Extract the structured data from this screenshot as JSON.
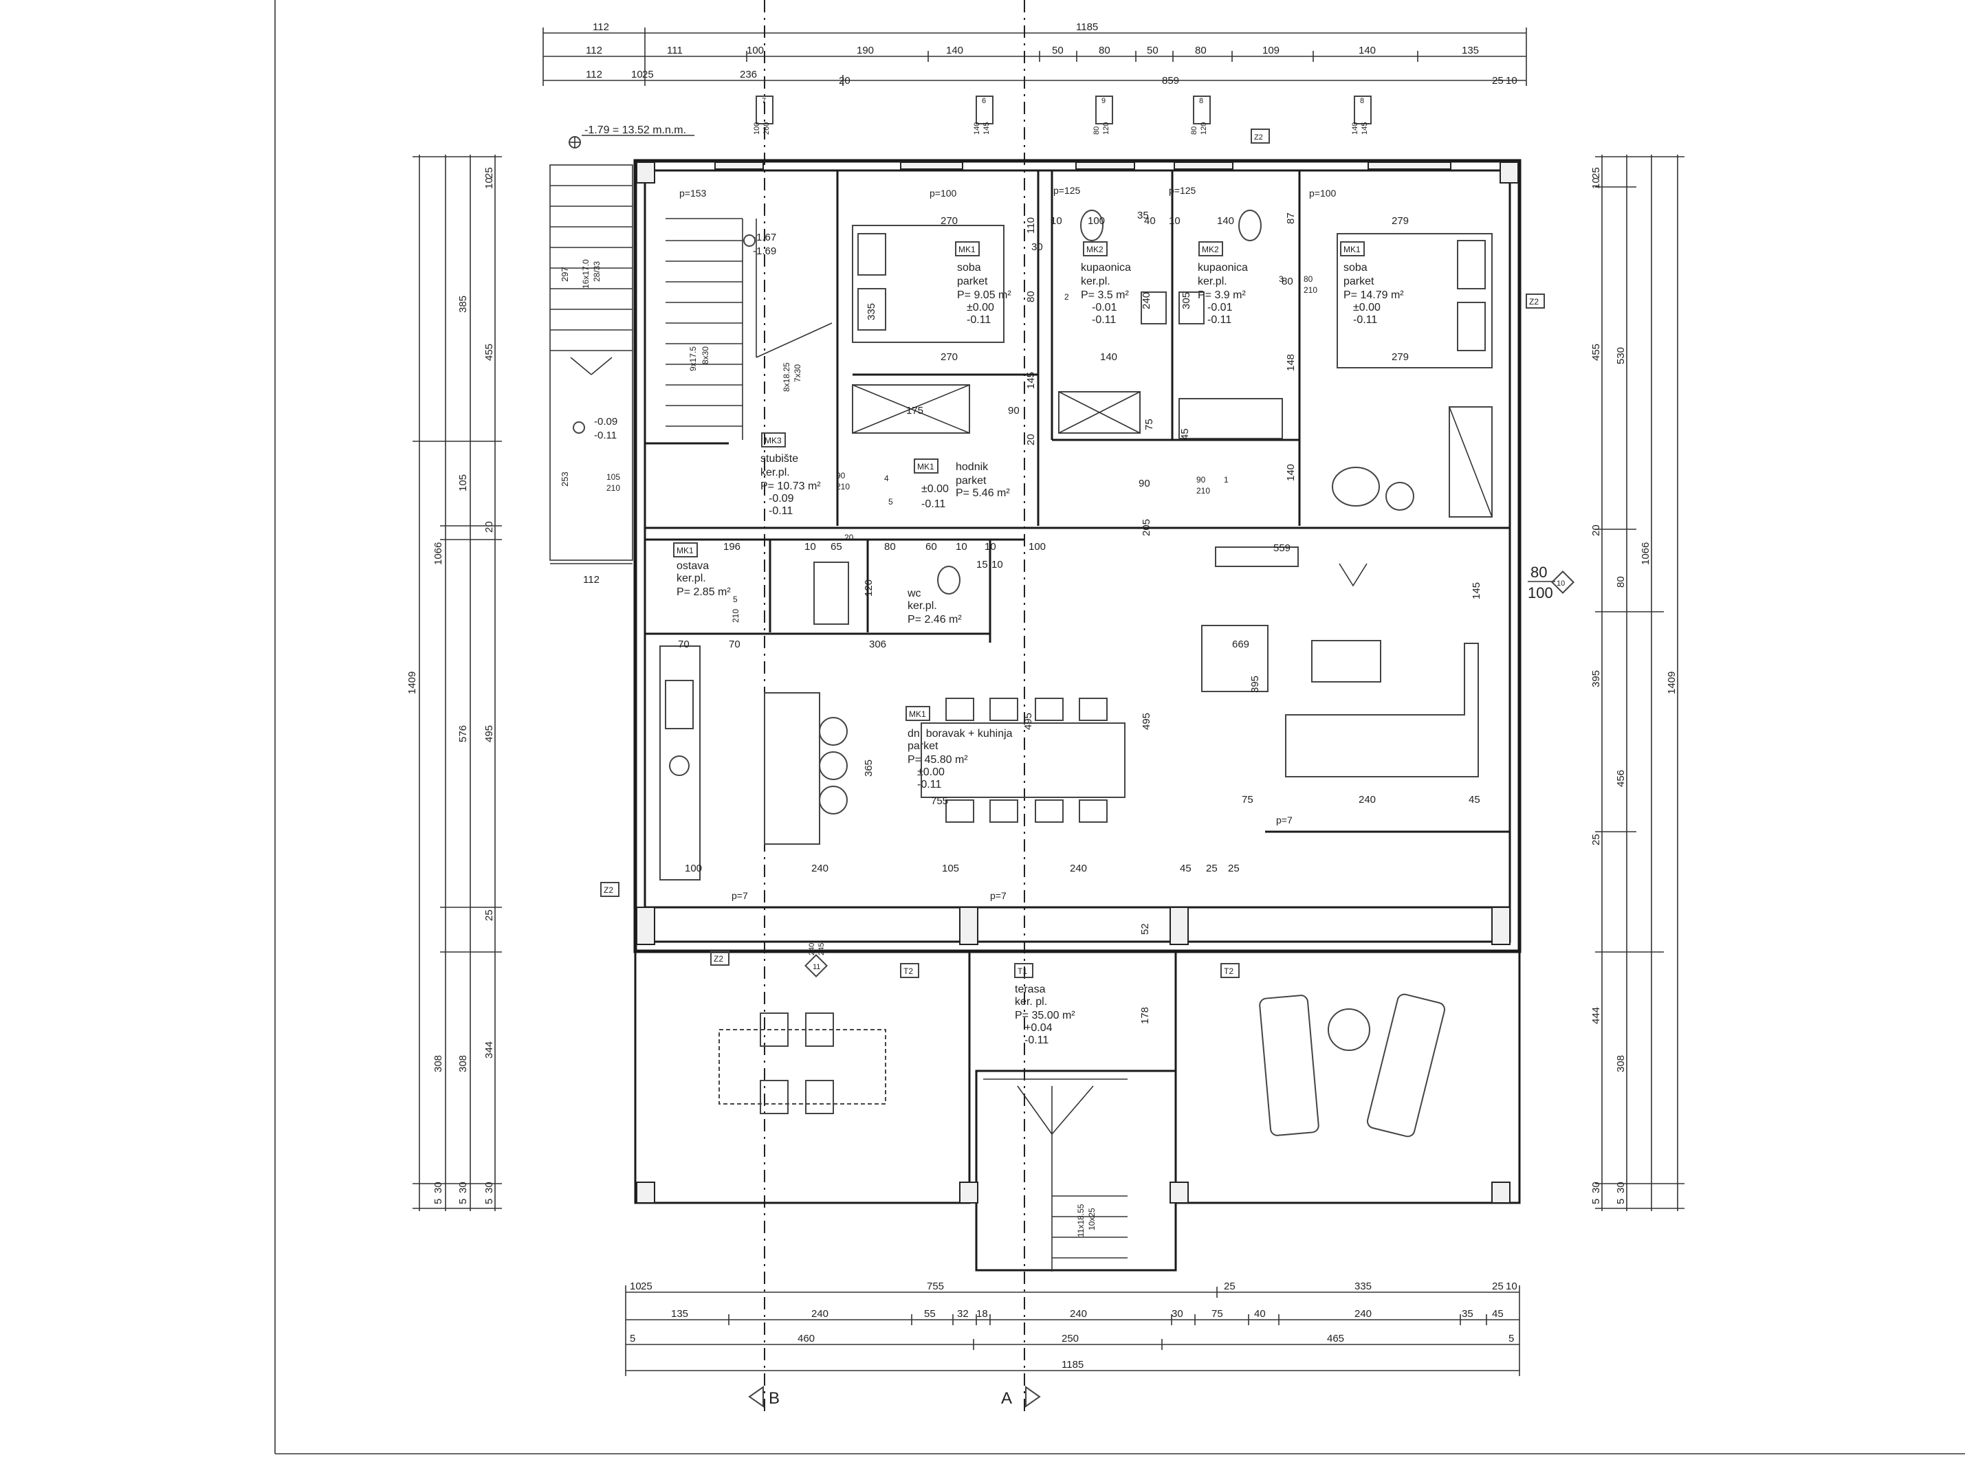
{
  "dimensions": {
    "top_rows": [
      [
        "112",
        "1185"
      ],
      [
        "112",
        "111",
        "100",
        "190",
        "140",
        "50",
        "80",
        "50",
        "80",
        "109",
        "140",
        "135"
      ],
      [
        "112",
        "10",
        "25",
        "236",
        "20",
        "859",
        "25",
        "10"
      ]
    ],
    "bottom_rows": [
      [
        "10",
        "25",
        "755",
        "25",
        "335",
        "25",
        "10"
      ],
      [
        "135",
        "240",
        "55",
        "32",
        "18",
        "240",
        "30",
        "75",
        "40",
        "240",
        "35",
        "45"
      ],
      [
        "5",
        "460",
        "250",
        "465",
        "5"
      ],
      [
        "1185"
      ]
    ],
    "left_cols": [
      [
        "1409"
      ],
      [
        "1066",
        "308",
        "5",
        "30"
      ],
      [
        "385",
        "455",
        "105",
        "20",
        "576",
        "25",
        "308",
        "5",
        "30"
      ],
      [
        "25",
        "10",
        "495",
        "344",
        "5",
        "30"
      ]
    ],
    "right_cols": [
      [
        "25",
        "10",
        "455",
        "20",
        "395",
        "25",
        "444",
        "5",
        "30"
      ],
      [
        "530",
        "80",
        "456",
        "308",
        "5",
        "30"
      ],
      [
        "1066",
        "1409"
      ]
    ],
    "left_terrace_width": "112",
    "window_80_100": [
      "80",
      "100"
    ]
  },
  "level_marker": "-1.79 = 13.52 m.n.m.",
  "section_markers": [
    "B",
    "A"
  ],
  "labels": {
    "mk1": "MK1",
    "mk2": "MK2",
    "mk3": "MK3",
    "z2": "Z2",
    "t1": "T1",
    "t2": "T2"
  },
  "window_tags": [
    {
      "num": "7",
      "w": "100",
      "h": "260"
    },
    {
      "num": "6",
      "w": "140",
      "h": "145"
    },
    {
      "num": "9",
      "w": "80",
      "h": "120"
    },
    {
      "num": "8",
      "w": "80",
      "h": "120"
    },
    {
      "num": "8",
      "w": "140",
      "h": "145"
    },
    {
      "num": "10",
      "w": "80",
      "h": "100"
    },
    {
      "num": "11",
      "w": "240",
      "h": "245"
    }
  ],
  "rooms": {
    "soba_left": {
      "name": "soba",
      "floor": "parket",
      "area": "P= 9.05 m²",
      "lvl1": "±0.00",
      "lvl2": "-0.11"
    },
    "kupaonica_left": {
      "name": "kupaonica",
      "floor": "ker.pl.",
      "area": "P= 3.5 m²",
      "lvl1": "-0.01",
      "lvl2": "-0.11"
    },
    "kupaonica_right": {
      "name": "kupaonica",
      "floor": "ker.pl.",
      "area": "P= 3.9 m²",
      "lvl1": "-0.01",
      "lvl2": "-0.11"
    },
    "soba_right": {
      "name": "soba",
      "floor": "parket",
      "area": "P= 14.79 m²",
      "lvl1": "±0.00",
      "lvl2": "-0.11"
    },
    "stubiste": {
      "name": "stubište",
      "floor": "ker.pl.",
      "area": "P= 10.73 m²",
      "lvl1": "-0.09",
      "lvl2": "-0.11"
    },
    "hodnik": {
      "name": "hodnik",
      "floor": "parket",
      "area": "P= 5.46 m²",
      "lvl1": "±0.00",
      "lvl2": "-0.11"
    },
    "ostava": {
      "name": "ostava",
      "floor": "ker.pl.",
      "area": "P= 2.85 m²"
    },
    "wc": {
      "name": "wc",
      "floor": "ker.pl.",
      "area": "P= 2.46 m²"
    },
    "boravak": {
      "name": "dn. boravak + kuhinja",
      "floor": "parket",
      "area": "P= 45.80 m²",
      "lvl1": "±0.00",
      "lvl2": "-0.11"
    },
    "terasa": {
      "name": "terasa",
      "floor": "ker. pl.",
      "area": "P= 35.00 m²",
      "lvl1": "+0.04",
      "lvl2": "-0.11"
    }
  },
  "levels": {
    "stair_top_1": "-1.67",
    "stair_top_2": "-1.69",
    "outside_1": "-0.09",
    "outside_2": "-0.11"
  },
  "stair_notes": {
    "outer": "16x17.0",
    "outer2": "28/33",
    "inner_a": "9x17.5",
    "inner_b": "8x30",
    "inner_c": "8x18.25",
    "inner_d": "7x30",
    "terrace": "11x18.55",
    "terrace2": "10x25",
    "outer_297": "297",
    "left_253": "253"
  },
  "parapets": {
    "p153": "p=153",
    "p100a": "p=100",
    "p125a": "p=125",
    "p125b": "p=125",
    "p100b": "p=100",
    "p7a": "p=7",
    "p7b": "p=7",
    "p7c": "p=7"
  },
  "inner_dims": {
    "d270a": "270",
    "d335": "335",
    "d270b": "270",
    "d175": "175",
    "d90a": "90",
    "d145": "145",
    "d110a": "110",
    "d80a": "80",
    "d10a": "10",
    "d100a": "100",
    "d40a": "40",
    "d240a": "240",
    "d140a": "140",
    "d10b": "10",
    "d140b": "140",
    "d87": "87",
    "d305": "305",
    "d80b": "80",
    "d279a": "279",
    "d279b": "279",
    "d148": "148",
    "d75": "75",
    "d45a": "45",
    "d90b": "90",
    "d140c": "140",
    "d20a": "20",
    "d205": "205",
    "d196": "196",
    "d10c": "10",
    "d65": "65",
    "d80c": "80",
    "d60": "60",
    "d10d": "10",
    "d10e": "10",
    "d100b": "100",
    "d559": "559",
    "d120": "120",
    "d15": "15",
    "d10f": "10",
    "d306": "306",
    "d70a": "70",
    "d70b": "70",
    "d669": "669",
    "d395": "395",
    "d365": "365",
    "d495a": "495",
    "d495b": "495",
    "d755": "755",
    "d75b": "75",
    "d240b": "240",
    "d45b": "45",
    "d100c": "100",
    "d240c": "240",
    "d105": "105",
    "d240d": "240",
    "d45c": "45",
    "d25a": "25",
    "d25b": "25",
    "d52": "52",
    "d178": "178",
    "d20b": "20",
    "d30": "30",
    "d35": "35",
    "d145b": "145",
    "d105d": "105",
    "d210a": "210",
    "d90c": "90",
    "d210b": "210",
    "d90d": "90",
    "d210c": "210",
    "d80d": "80",
    "d210d": "210",
    "d5": "5",
    "d210e": "210",
    "d2": "2",
    "d3": "3",
    "d4": "4",
    "d1": "1",
    "d5b": "5"
  }
}
